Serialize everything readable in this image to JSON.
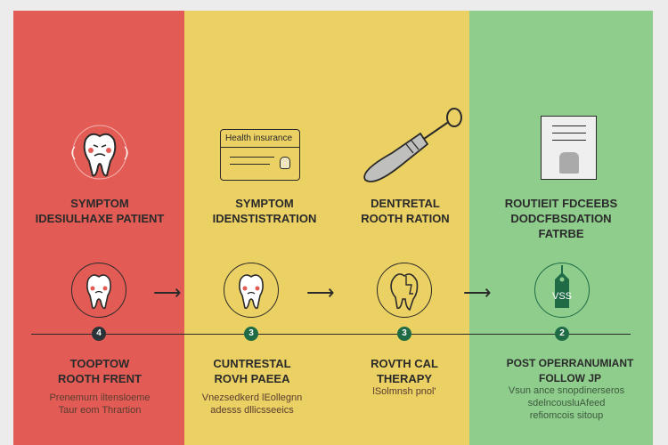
{
  "steps": [
    {
      "icon_title": "SYMPTOM\nIDESIULHAXE PATIENT",
      "badge": "4",
      "title": "TOOPTOW\nROOTH FRENT",
      "desc": "Prenemurn iltensloeme\nTaur eom Thrartion"
    },
    {
      "icon_title": "SYMPTOM\nIDENSTISTRATION",
      "card_label": "Health insurance",
      "badge": "3",
      "title": "CUNTRESTAL\nROVH PAEEA",
      "desc": "Vnezsedkerd lEollegnn\nadesss dllicsseeics"
    },
    {
      "icon_title": "DENTRETAL\nROOTH RATION",
      "badge": "3",
      "title": "ROVTH CAL\nTHERAPY",
      "desc": "lSolmnsh pnol'"
    },
    {
      "icon_title": "ROUTIEIT FDCEEBS\nDODCFBSDATION\nFATRBE",
      "tag_label": "VSS",
      "badge": "2",
      "title": "POST OPERRANUMIANT\nFOLLOW JP",
      "desc": "Vsun ance snopdinerseros\nsdelncousluAfeed\nrefiomcois sitoup"
    }
  ],
  "colors": {
    "red": "#e25c55",
    "yellow": "#ebd063",
    "green": "#8fcd8d",
    "badge_dark": "#2a3338",
    "badge_green": "#1e6b45"
  }
}
